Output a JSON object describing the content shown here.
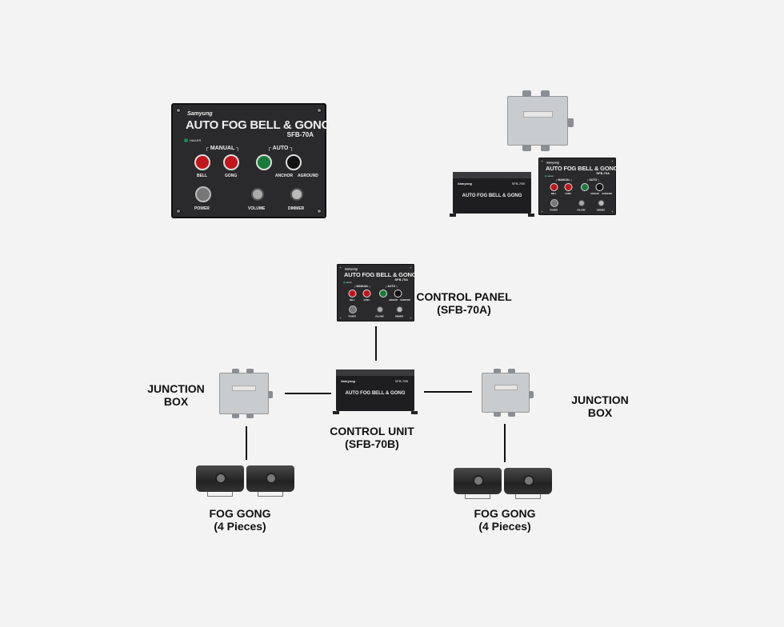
{
  "panel": {
    "brand": "Samyung",
    "title": "AUTO FOG BELL & GONG",
    "model": "SFB-70A",
    "hailer": "HAILER",
    "group_manual": "MANUAL",
    "group_auto": "AUTO",
    "buttons": [
      "BELL",
      "GONG",
      "ANCHOR",
      "AGROUND"
    ],
    "controls": [
      "POWER",
      "VOLUME",
      "DIMMER"
    ],
    "colors": {
      "bell": "#c0161b",
      "gong": "#c0161b",
      "anchor": "#1a7a3a",
      "aground": "#111111"
    }
  },
  "unit": {
    "brand": "Samyung",
    "model": "SFB-70B",
    "name": "AUTO FOG BELL & GONG"
  },
  "diagram": {
    "control_panel_label": [
      "CONTROL PANEL",
      "(SFB-70A)"
    ],
    "control_unit_label": [
      "CONTROL UNIT",
      "(SFB-70B)"
    ],
    "junction_box_left": [
      "JUNCTION",
      "BOX"
    ],
    "junction_box_right": [
      "JUNCTION",
      "BOX"
    ],
    "fog_gong_left": [
      "FOG GONG",
      "(4 Pieces)"
    ],
    "fog_gong_right": [
      "FOG GONG",
      "(4 Pieces)"
    ]
  }
}
